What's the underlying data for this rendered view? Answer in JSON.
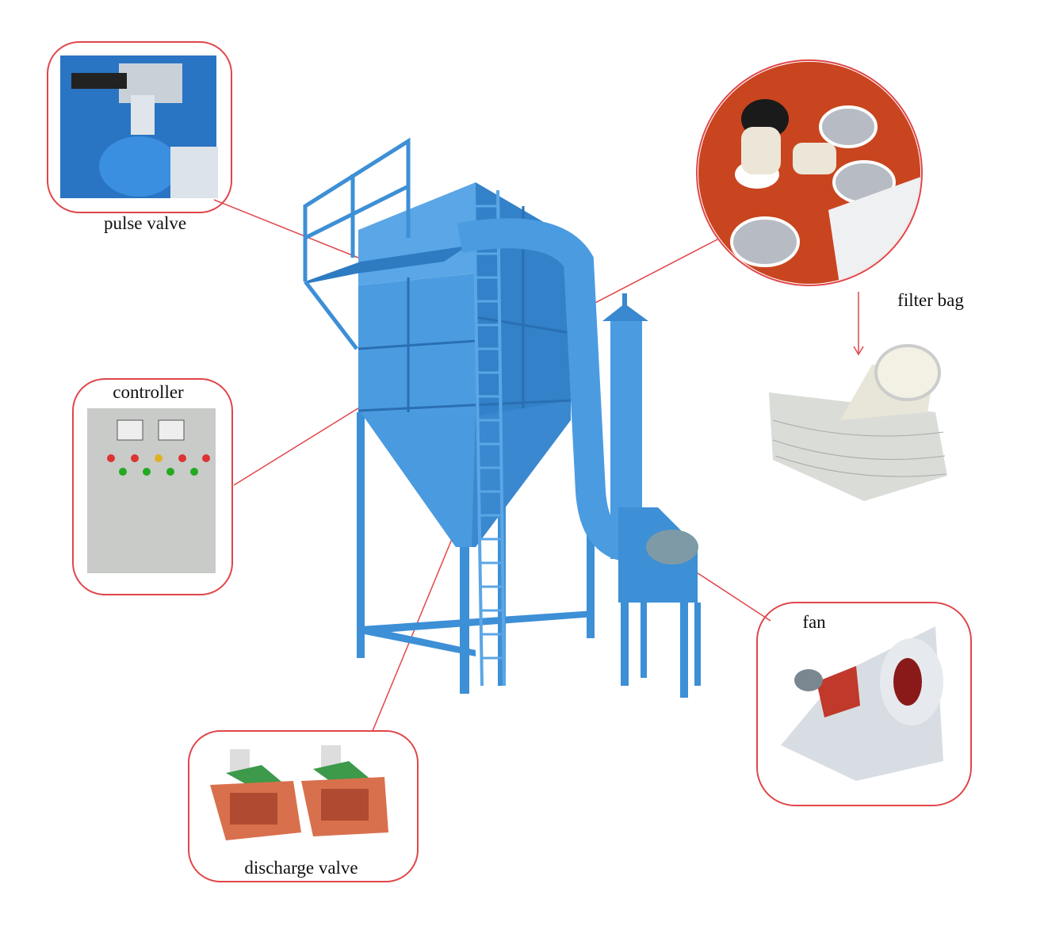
{
  "colors": {
    "machine": "#3d8fd6",
    "machine_dark": "#2a6fb3",
    "callout": "#e0464a"
  },
  "callouts": {
    "pulse_valve": {
      "label": "pulse valve"
    },
    "controller": {
      "label": "controller"
    },
    "discharge_valve": {
      "label": "discharge valve"
    },
    "filter_bag": {
      "label": "filter bag"
    },
    "fan": {
      "label": "fan"
    }
  }
}
